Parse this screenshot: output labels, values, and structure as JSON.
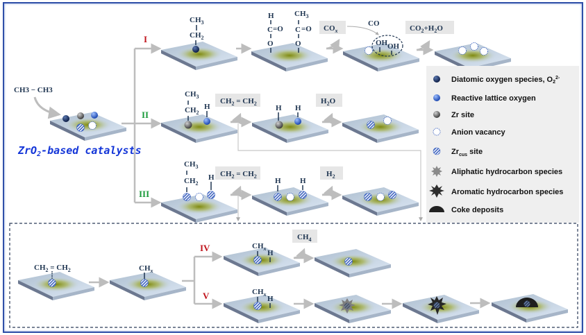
{
  "reactant": "CH3 − CH3",
  "catalyst_label": "ZrO2-based catalysts",
  "pathways": [
    {
      "id": "I",
      "color": "#c0141c",
      "released": [
        "COx",
        "CO2+H2O"
      ],
      "adsorbed": "CO",
      "intermediates": [
        "CH3-CH2",
        "H-C=O-O",
        "CH3-C=O-O",
        "OH",
        "OH"
      ]
    },
    {
      "id": "II",
      "color": "#1a9a3a",
      "released": [
        "CH2 = CH2",
        "H2O"
      ],
      "intermediates": [
        "CH3-CH2",
        "H",
        "H",
        "H"
      ]
    },
    {
      "id": "III",
      "color": "#1a9a3a",
      "released": [
        "CH2 = CH2",
        "H2"
      ],
      "intermediates": [
        "CH3-CH2",
        "H",
        "H",
        "H"
      ]
    },
    {
      "id": "IV",
      "color": "#c0141c",
      "released": [
        "CH4"
      ],
      "intermediates": [
        "CHx",
        "H"
      ]
    },
    {
      "id": "V",
      "color": "#c0141c",
      "released": [],
      "intermediates": [
        "CHx",
        "H"
      ]
    }
  ],
  "labels": {
    "ethene_adsorbed": "CH2 = CH2",
    "chx": "CHx",
    "cox": "COx",
    "co": "CO",
    "co2h2o": "CO2+H2O",
    "ethene": "CH2 = CH2",
    "h2o": "H2O",
    "h2": "H2",
    "ch4": "CH4"
  },
  "legend": [
    {
      "icon": "diatomic-oxygen-sphere",
      "label": "Diatomic oxygen species, O2 2-"
    },
    {
      "icon": "lattice-oxygen-sphere",
      "label": "Reactive lattice oxygen"
    },
    {
      "icon": "zr-sphere",
      "label": "Zr site"
    },
    {
      "icon": "vacancy-circle",
      "label": "Anion vacancy"
    },
    {
      "icon": "zrcus-hatched-circle",
      "label": "Zrcus site"
    },
    {
      "icon": "aliphatic-star",
      "label": "Aliphatic hydrocarbon species"
    },
    {
      "icon": "aromatic-star",
      "label": "Aromatic hydrocarbon species"
    },
    {
      "icon": "coke-dome",
      "label": "Coke deposits"
    }
  ],
  "colors": {
    "frame": "#2f4fa8",
    "diatomic_oxygen": "#142a5a",
    "lattice_oxygen": "#2a5cc8",
    "zr": "#6a6a6a",
    "arrow": "#bdbdbd",
    "product_box": "#e6e6e6",
    "legend_bg": "#efefef"
  }
}
